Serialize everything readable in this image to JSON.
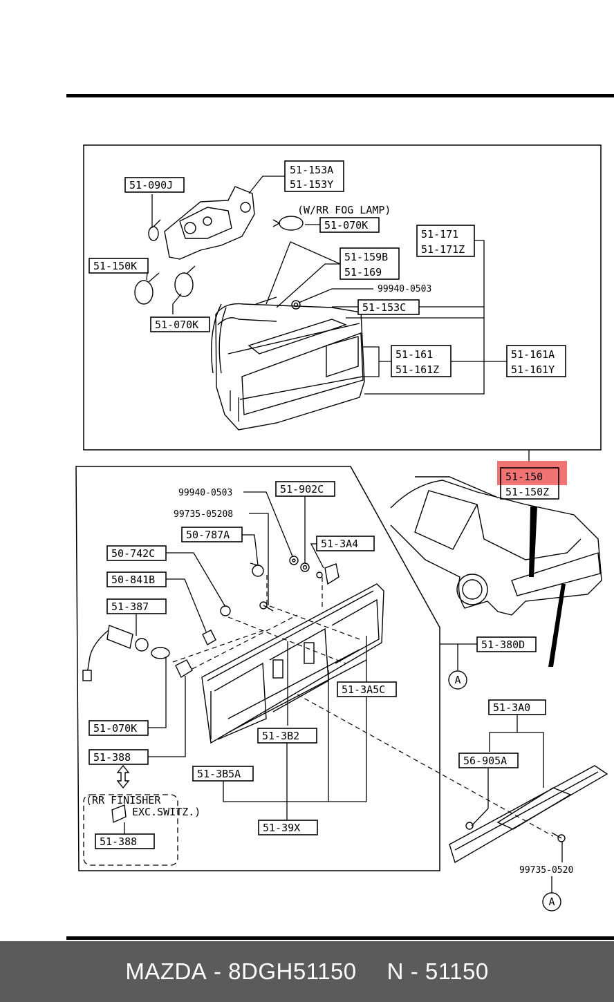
{
  "diagram": {
    "upper_labels": {
      "p_51_153A": "51-153A",
      "p_51_153Y": "51-153Y",
      "p_51_090J": "51-090J",
      "fog_note": "(W/RR FOG LAMP)",
      "p_51_070K_fog": "51-070K",
      "p_51_171": "51-171",
      "p_51_171Z": "51-171Z",
      "p_51_150K": "51-150K",
      "p_51_159B": "51-159B",
      "p_51_169": "51-169",
      "p_99940_0503": "99940-0503",
      "p_51_153C": "51-153C",
      "p_51_070K_lower": "51-070K",
      "p_51_161": "51-161",
      "p_51_161Z": "51-161Z",
      "p_51_161A": "51-161A",
      "p_51_161Y": "51-161Y"
    },
    "target_labels": {
      "p_51_150": "51-150",
      "p_51_150Z": "51-150Z",
      "highlight_color": "#f05a5a"
    },
    "lower_labels": {
      "p_99940_0503": "99940-0503",
      "p_51_902C": "51-902C",
      "p_99735_05208": "99735-05208",
      "p_50_787A": "50-787A",
      "p_51_3A4": "51-3A4",
      "p_50_742C": "50-742C",
      "p_50_841B": "50-841B",
      "p_51_387": "51-387",
      "p_51_070K": "51-070K",
      "p_51_388": "51-388",
      "p_51_3B5A": "51-3B5A",
      "p_51_3B2": "51-3B2",
      "p_51_3A5C": "51-3A5C",
      "p_51_39X": "51-39X",
      "p_51_380D": "51-380D",
      "p_51_3A0": "51-3A0",
      "p_56_905A": "56-905A",
      "p_99735_0520": "99735-0520",
      "marker_a1": "A",
      "marker_a2": "A",
      "rr_finisher_line1": "(RR FINISHER",
      "rr_finisher_line2": "EXC.SWITZ.)",
      "p_51_388_inset": "51-388"
    }
  },
  "footer": {
    "brand": "MAZDA",
    "separator": "-",
    "part_code": "8DGH51150",
    "n_prefix": "N",
    "n_separator": "-",
    "part_number": "51150"
  }
}
